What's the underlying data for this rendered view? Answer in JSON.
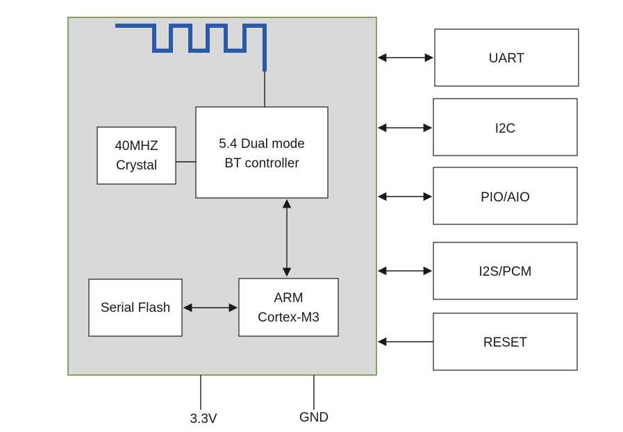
{
  "module": {
    "blocks": {
      "crystal": {
        "line1": "40MHZ",
        "line2": "Crystal"
      },
      "bt_controller": {
        "line1": "5.4 Dual mode",
        "line2": "BT controller"
      },
      "serial_flash": {
        "label": "Serial Flash"
      },
      "arm": {
        "line1": "ARM",
        "line2": "Cortex-M3"
      }
    },
    "antenna": {
      "icon": "antenna-icon",
      "color": "#2a5aa8"
    }
  },
  "interfaces": [
    {
      "label": "UART"
    },
    {
      "label": "I2C"
    },
    {
      "label": "PIO/AIO"
    },
    {
      "label": "I2S/PCM"
    },
    {
      "label": "RESET"
    }
  ],
  "power": {
    "vcc": "3.3V",
    "gnd": "GND"
  },
  "colors": {
    "module_fill": "#d9d9d9",
    "module_border": "#7a9a4e",
    "antenna": "#2a5aa8"
  }
}
